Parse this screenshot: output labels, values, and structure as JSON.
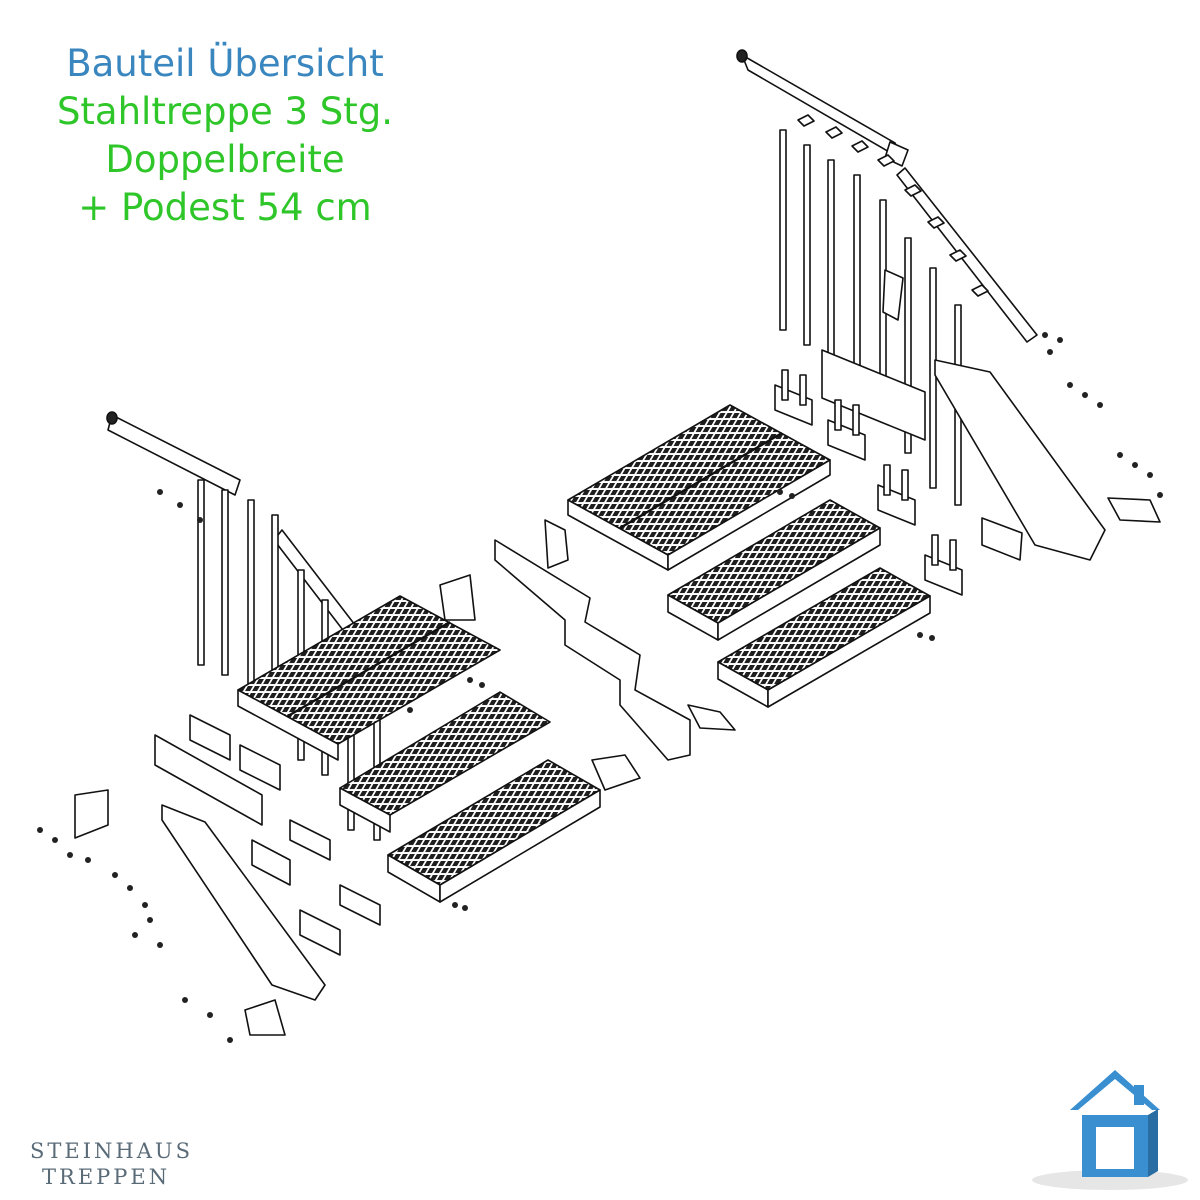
{
  "title": {
    "line1": "Bauteil Übersicht",
    "line2": "Stahltreppe 3 Stg.",
    "line3": "Doppelbreite",
    "line4": "+ Podest 54 cm"
  },
  "colors": {
    "title_blue": "#3a86bf",
    "title_green": "#2fc62a",
    "brand_text": "#5a6b78",
    "logo_blue": "#3a8fd1",
    "line": "#111111"
  },
  "brand": {
    "line1": "STEINHAUS",
    "line2": "TREPPEN"
  },
  "icons": {
    "logo": "house-icon"
  }
}
